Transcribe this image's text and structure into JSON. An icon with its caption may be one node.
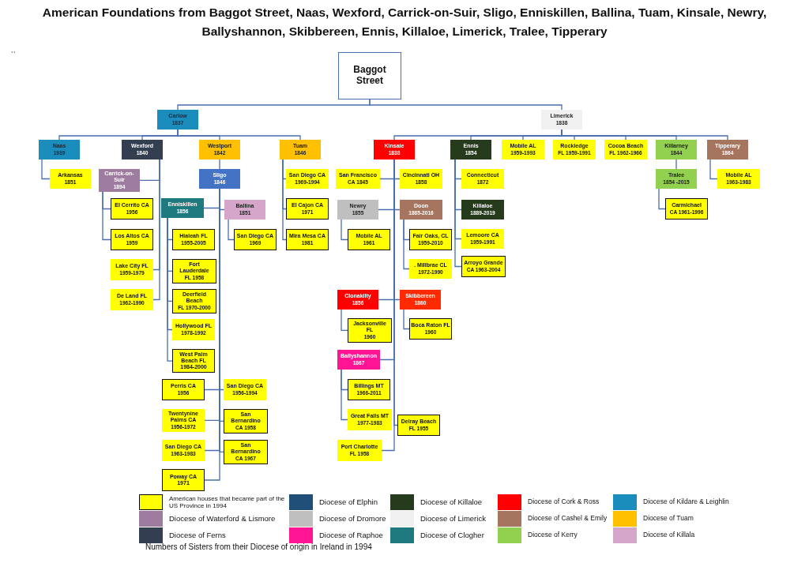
{
  "diagram": {
    "title": "American Foundations from Baggot Street, Naas, Wexford, Carrick-on-Suir, Sligo, Enniskillen, Ballina, Tuam, Kinsale, Newry, Ballyshannon, Skibbereen, Ennis, Killaloe, Limerick, Tralee, Tipperary",
    "nodes": [
      {
        "text": [
          "Baggot Street"
        ]
      },
      {
        "text": [
          "Carlow",
          "1837"
        ]
      },
      {
        "text": [
          "Limerick",
          "1838"
        ]
      },
      {
        "text": [
          "Naas",
          "1939"
        ]
      },
      {
        "text": [
          "Wexford",
          "1840"
        ]
      },
      {
        "text": [
          "Westport",
          "1842"
        ]
      },
      {
        "text": [
          "Tuam",
          "1846"
        ]
      },
      {
        "text": [
          "Arkansas",
          "1851"
        ]
      },
      {
        "text": [
          "Carrick-on-Suir",
          "1894"
        ]
      },
      {
        "text": [
          "Sligo",
          "1846"
        ]
      },
      {
        "text": [
          "San Diego CA",
          "1969-1994"
        ]
      },
      {
        "text": [
          "El Cerrito CA",
          "1956"
        ]
      },
      {
        "text": [
          "Enniskillen",
          "1856"
        ]
      },
      {
        "text": [
          "Ballina",
          "1851"
        ]
      },
      {
        "text": [
          "El Cajon CA",
          "1971"
        ]
      },
      {
        "text": [
          "Los Altos CA",
          "1959"
        ]
      },
      {
        "text": [
          "Hialeah FL",
          "1955-2005"
        ]
      },
      {
        "text": [
          "San Diego CA",
          "1969"
        ]
      },
      {
        "text": [
          "Mira Mesa CA",
          "1981"
        ]
      },
      {
        "text": [
          "Lake City FL",
          "1959-1979"
        ]
      },
      {
        "text": [
          "Fort Lauderdale",
          "FL 1958"
        ]
      },
      {
        "text": [
          "De Land FL",
          "1962-1990"
        ]
      },
      {
        "text": [
          "Deerfield Beach",
          "FL 1970-2000"
        ]
      },
      {
        "text": [
          "Hollywood FL",
          "1978-1992"
        ]
      },
      {
        "text": [
          "West Palm Beach FL 1984-2000"
        ]
      },
      {
        "text": [
          "Perris CA",
          "1956"
        ]
      },
      {
        "text": [
          "San Diego CA",
          "1956-1994"
        ]
      },
      {
        "text": [
          "Twentynine Palms CA",
          "1956-1972"
        ]
      },
      {
        "text": [
          "San Bernardino",
          "CA 1958"
        ]
      },
      {
        "text": [
          "San Diego CA",
          "1963-1983"
        ]
      },
      {
        "text": [
          "San Bernardino",
          "CA 1967"
        ]
      },
      {
        "text": [
          "Poway CA 1971"
        ]
      },
      {
        "text": [
          "Kinsale",
          "1838"
        ]
      },
      {
        "text": [
          "Ennis",
          "1854"
        ]
      },
      {
        "text": [
          "Mobile AL",
          "1959-1993"
        ]
      },
      {
        "text": [
          "Rockledge",
          "FL 1959-1991"
        ]
      },
      {
        "text": [
          "Cocoa Beach",
          "FL 1962-1966"
        ]
      },
      {
        "text": [
          "Killarney",
          "1844"
        ]
      },
      {
        "text": [
          "Tipperary",
          "1864"
        ]
      },
      {
        "text": [
          "San Francisco",
          "CA 1845"
        ]
      },
      {
        "text": [
          "Cincinnati OH",
          "1858"
        ]
      },
      {
        "text": [
          "Connecticut",
          "1872"
        ]
      },
      {
        "text": [
          "Tralee",
          "1854 -2015"
        ]
      },
      {
        "text": [
          "Mobile AL",
          "1963-1983"
        ]
      },
      {
        "text": [
          "Newry",
          "1855"
        ]
      },
      {
        "text": [
          "Doon",
          "1865-2016"
        ]
      },
      {
        "text": [
          "Killaloe",
          "1889-2019"
        ]
      },
      {
        "text": [
          "Carmichael",
          "CA 1961-1996"
        ]
      },
      {
        "text": [
          "Mobile AL",
          "1961"
        ]
      },
      {
        "text": [
          "Fair Oaks, CL",
          "1959-2010"
        ]
      },
      {
        "text": [
          "Lemoore CA",
          "1959-1991"
        ]
      },
      {
        "text": [
          "Arroyo Grande",
          "CA 1963-2004"
        ]
      },
      {
        "text": [
          ". Millbrae CL",
          "1972-1990"
        ]
      },
      {
        "text": [
          "Clonakilty",
          "1856"
        ]
      },
      {
        "text": [
          "Skibbereen",
          "1860"
        ]
      },
      {
        "text": [
          "Jacksonville FL",
          "1960"
        ]
      },
      {
        "text": [
          "Boca Raton FL",
          "1960"
        ]
      },
      {
        "text": [
          "Ballyshannon",
          "1867"
        ]
      },
      {
        "text": [
          "Billings MT",
          "1966-2011"
        ]
      },
      {
        "text": [
          "Great Falls MT",
          "1977-1983"
        ]
      },
      {
        "text": [
          "Delray Beach",
          "FL 1955"
        ]
      },
      {
        "text": [
          "Port Charlotte",
          "FL 1958"
        ]
      }
    ],
    "edges": [
      {
        "from": 0,
        "to": 1,
        "arrow": "none"
      },
      {
        "from": 0,
        "to": 2,
        "arrow": "none"
      },
      {
        "from": 1,
        "to": 3,
        "arrow": "none"
      },
      {
        "from": 1,
        "to": 4,
        "arrow": "none"
      },
      {
        "from": 1,
        "to": 5,
        "arrow": "none"
      },
      {
        "from": 1,
        "to": 6,
        "arrow": "none"
      },
      {
        "from": 3,
        "to": 7,
        "arrow": "none"
      },
      {
        "from": 4,
        "to": 8,
        "arrow": "none"
      },
      {
        "from": 4,
        "to": 19,
        "arrow": "none"
      },
      {
        "from": 4,
        "to": 21,
        "arrow": "none"
      },
      {
        "from": 8,
        "to": 11,
        "arrow": "none"
      },
      {
        "from": 8,
        "to": 15,
        "arrow": "none"
      },
      {
        "from": 5,
        "to": 9,
        "arrow": "none"
      },
      {
        "from": 9,
        "to": 12,
        "arrow": "none"
      },
      {
        "from": 9,
        "to": 13,
        "arrow": "none"
      },
      {
        "from": 9,
        "to": 25,
        "arrow": "none"
      },
      {
        "from": 9,
        "to": 26,
        "arrow": "none"
      },
      {
        "from": 9,
        "to": 27,
        "arrow": "none"
      },
      {
        "from": 9,
        "to": 28,
        "arrow": "none"
      },
      {
        "from": 9,
        "to": 29,
        "arrow": "none"
      },
      {
        "from": 9,
        "to": 30,
        "arrow": "none"
      },
      {
        "from": 9,
        "to": 31,
        "arrow": "none"
      },
      {
        "from": 12,
        "to": 16,
        "arrow": "none"
      },
      {
        "from": 12,
        "to": 20,
        "arrow": "none"
      },
      {
        "from": 12,
        "to": 22,
        "arrow": "none"
      },
      {
        "from": 12,
        "to": 23,
        "arrow": "none"
      },
      {
        "from": 12,
        "to": 24,
        "arrow": "none"
      },
      {
        "from": 13,
        "to": 17,
        "arrow": "none"
      },
      {
        "from": 6,
        "to": 10,
        "arrow": "none"
      },
      {
        "from": 6,
        "to": 14,
        "arrow": "none"
      },
      {
        "from": 6,
        "to": 18,
        "arrow": "none"
      },
      {
        "from": 2,
        "to": 32,
        "arrow": "none"
      },
      {
        "from": 2,
        "to": 33,
        "arrow": "none"
      },
      {
        "from": 2,
        "to": 34,
        "arrow": "none"
      },
      {
        "from": 2,
        "to": 35,
        "arrow": "none"
      },
      {
        "from": 2,
        "to": 36,
        "arrow": "none"
      },
      {
        "from": 2,
        "to": 37,
        "arrow": "none"
      },
      {
        "from": 2,
        "to": 38,
        "arrow": "none"
      },
      {
        "from": 32,
        "to": 39,
        "arrow": "none"
      },
      {
        "from": 32,
        "to": 40,
        "arrow": "none"
      },
      {
        "from": 32,
        "to": 44,
        "arrow": "none"
      },
      {
        "from": 32,
        "to": 45,
        "arrow": "none"
      },
      {
        "from": 32,
        "to": 53,
        "arrow": "none"
      },
      {
        "from": 32,
        "to": 54,
        "arrow": "none"
      },
      {
        "from": 32,
        "to": 57,
        "arrow": "none"
      },
      {
        "from": 32,
        "to": 60,
        "arrow": "none"
      },
      {
        "from": 32,
        "to": 61,
        "arrow": "none"
      },
      {
        "from": 44,
        "to": 48,
        "arrow": "none"
      },
      {
        "from": 45,
        "to": 49,
        "arrow": "none"
      },
      {
        "from": 45,
        "to": 52,
        "arrow": "none"
      },
      {
        "from": 33,
        "to": 41,
        "arrow": "none"
      },
      {
        "from": 33,
        "to": 46,
        "arrow": "none"
      },
      {
        "from": 33,
        "to": 50,
        "arrow": "none"
      },
      {
        "from": 33,
        "to": 51,
        "arrow": "none"
      },
      {
        "from": 53,
        "to": 55,
        "arrow": "none"
      },
      {
        "from": 54,
        "to": 56,
        "arrow": "none"
      },
      {
        "from": 57,
        "to": 58,
        "arrow": "none"
      },
      {
        "from": 57,
        "to": 59,
        "arrow": "none"
      },
      {
        "from": 37,
        "to": 42,
        "arrow": "none"
      },
      {
        "from": 42,
        "to": 47,
        "arrow": "none"
      },
      {
        "from": 38,
        "to": 43,
        "arrow": "none"
      }
    ],
    "labels": [
      "``",
      "Numbers of Sisters from their Diocese of origin in Ireland in 1994"
    ],
    "legend": [
      {
        "text": "American houses that became part of the US Province in 1994",
        "color": "#ffff00"
      },
      {
        "text": "Diocese of Elphin",
        "color": "#1f4e79"
      },
      {
        "text": "Diocese of Killaloe",
        "color": "#263a1c"
      },
      {
        "text": "Diocese of Cork & Ross",
        "color": "#ff0000"
      },
      {
        "text": "Diocese of Kildare & Leighlin",
        "color": "#1a8dbd"
      },
      {
        "text": "Diocese of Waterford & Lismore",
        "color": "#9e7ca0"
      },
      {
        "text": "Diocese of Dromore",
        "color": "#bfbfbf"
      },
      {
        "text": "Diocese of Limerick",
        "color": "#f0f0f0"
      },
      {
        "text": "Diocese of Cashel & Emily",
        "color": "#a67560"
      },
      {
        "text": "Diocese of Tuam",
        "color": "#ffc000"
      },
      {
        "text": "Diocese of Ferns",
        "color": "#333f50"
      },
      {
        "text": "Diocese of Raphoe",
        "color": "#ff1493"
      },
      {
        "text": "Diocese of Clogher",
        "color": "#1f7a80"
      },
      {
        "text": "Diocese of Kerry",
        "color": "#92d050"
      },
      {
        "text": "Diocese of Killala",
        "color": "#d5a6c9"
      }
    ]
  }
}
